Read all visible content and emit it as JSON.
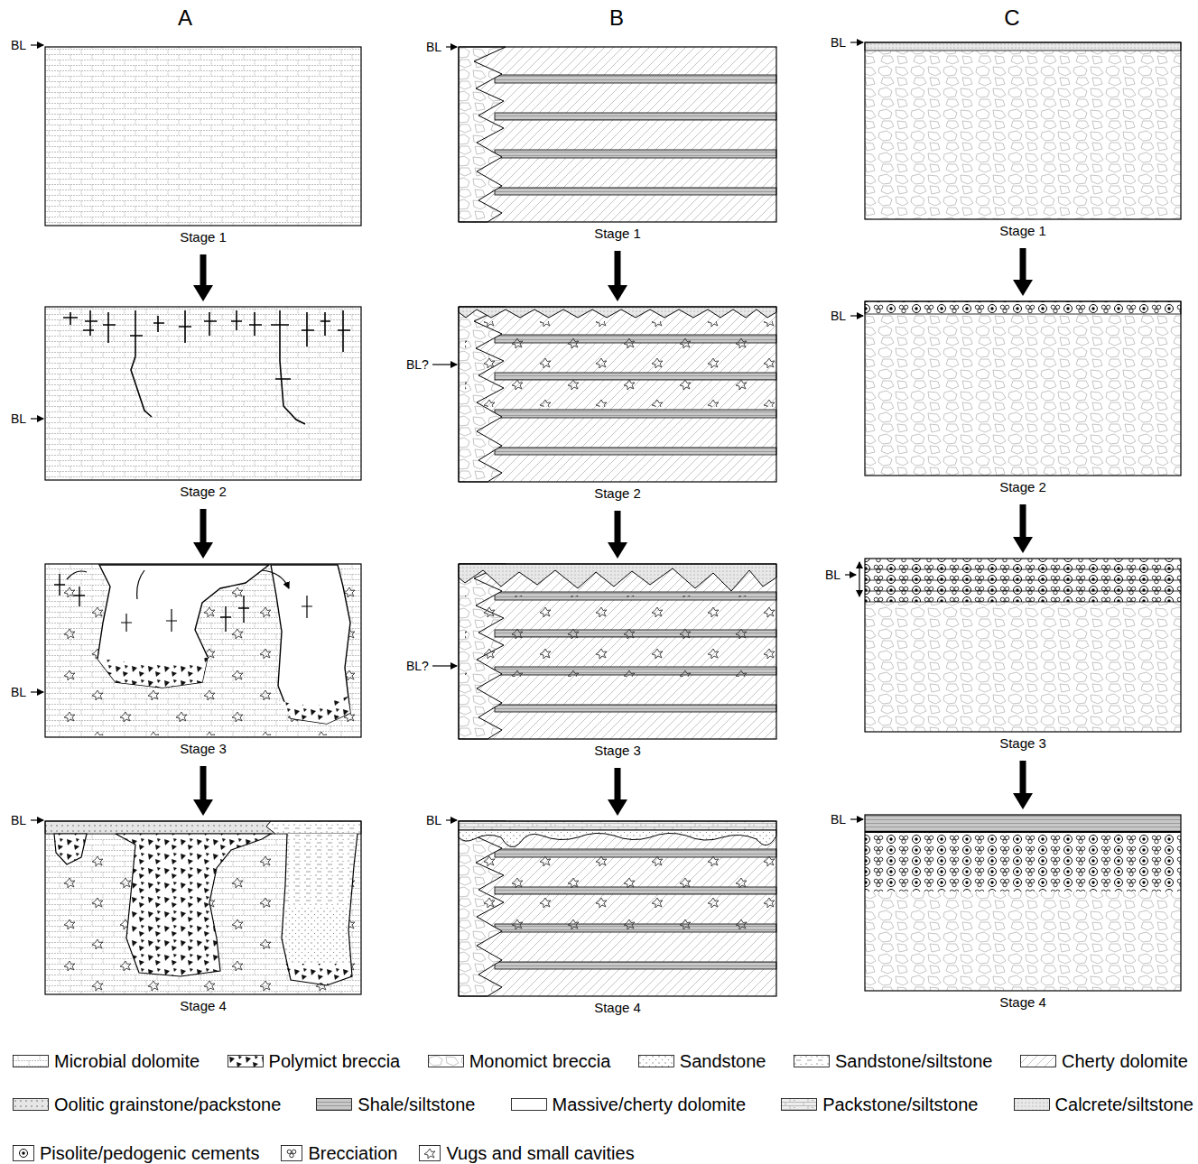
{
  "diagram": {
    "nodes": [
      {
        "text": [
          "Stage 1"
        ]
      },
      {
        "text": [
          "Stage 1"
        ]
      },
      {
        "text": [
          "Stage 1"
        ]
      },
      {
        "text": [
          "Stage 2"
        ]
      },
      {
        "text": [
          "Stage 2"
        ]
      },
      {
        "text": [
          "Stage 2"
        ]
      },
      {
        "text": [
          "Stage 3"
        ]
      },
      {
        "text": [
          "Stage 3"
        ]
      },
      {
        "text": [
          "Stage 3"
        ]
      },
      {
        "text": [
          "Stage 4"
        ]
      },
      {
        "text": [
          "Stage 4"
        ]
      },
      {
        "text": [
          "Stage 4"
        ]
      }
    ],
    "edges": [
      {
        "from": 0,
        "to": 3,
        "arrow": "to"
      },
      {
        "from": 1,
        "to": 4,
        "arrow": "to"
      },
      {
        "from": 2,
        "to": 5,
        "arrow": "to"
      },
      {
        "from": 3,
        "to": 6,
        "arrow": "to"
      },
      {
        "from": 4,
        "to": 7,
        "arrow": "to"
      },
      {
        "from": 5,
        "to": 8,
        "arrow": "to"
      },
      {
        "from": 6,
        "to": 9,
        "arrow": "to"
      },
      {
        "from": 7,
        "to": 10,
        "arrow": "to"
      },
      {
        "from": 8,
        "to": 11,
        "arrow": "to"
      }
    ],
    "labels": [
      "A",
      "B",
      "C",
      "BL",
      "BL",
      "BL",
      "BL",
      "BL?",
      "BL",
      "BL",
      "BL?",
      "BL",
      "BL",
      "BL",
      "BL"
    ],
    "legend": [
      {
        "text": "Microbial dolomite"
      },
      {
        "text": "Polymict breccia"
      },
      {
        "text": "Monomict breccia"
      },
      {
        "text": "Sandstone"
      },
      {
        "text": "Sandstone/siltstone"
      },
      {
        "text": "Cherty dolomite"
      },
      {
        "text": "Oolitic grainstone/packstone"
      },
      {
        "text": "Shale/siltstone"
      },
      {
        "text": "Massive/cherty dolomite"
      },
      {
        "text": "Packstone/siltstone"
      },
      {
        "text": "Calcrete/siltstone"
      },
      {
        "text": "Pisolite/pedogenic cements"
      },
      {
        "text": "Brecciation"
      },
      {
        "text": "Vugs and small cavities"
      }
    ]
  }
}
